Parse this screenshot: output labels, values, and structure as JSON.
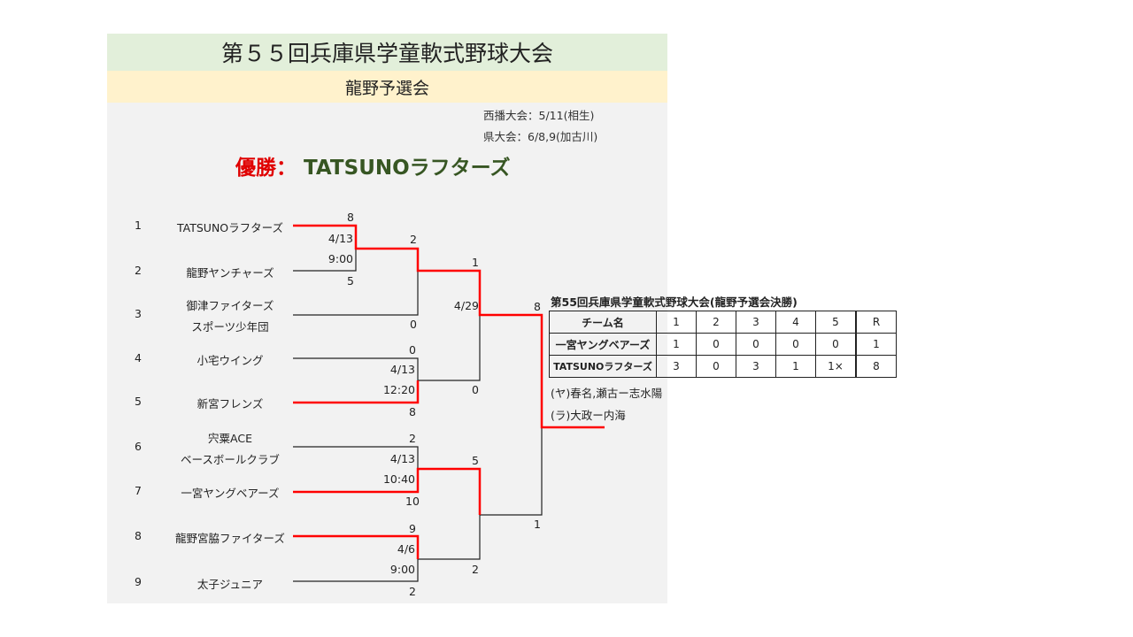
{
  "header": {
    "title": "第５５回兵庫県学童軟式野球大会",
    "subtitle": "龍野予選会",
    "schedule": [
      "西播大会：5/11(相生)",
      "県大会：6/8,9(加古川)"
    ],
    "winner_label": "優勝：",
    "winner_team": "TATSUNOラフターズ"
  },
  "teams": [
    {
      "seed": "1",
      "name": [
        "TATSUNOラフターズ"
      ]
    },
    {
      "seed": "2",
      "name": [
        "龍野ヤンチャーズ"
      ]
    },
    {
      "seed": "3",
      "name": [
        "御津ファイターズ",
        "スポーツ少年団"
      ]
    },
    {
      "seed": "4",
      "name": [
        "小宅ウイング"
      ]
    },
    {
      "seed": "5",
      "name": [
        "新宮フレンズ"
      ]
    },
    {
      "seed": "6",
      "name": [
        "宍粟ACE",
        "ベースボールクラブ"
      ]
    },
    {
      "seed": "7",
      "name": [
        "一宮ヤングベアーズ"
      ]
    },
    {
      "seed": "8",
      "name": [
        "龍野宮脇ファイターズ"
      ]
    },
    {
      "seed": "9",
      "name": [
        "太子ジュニア"
      ]
    }
  ],
  "bracket": {
    "r1": [
      {
        "top": "8",
        "bottom": "5",
        "date": "4/13",
        "time": "9:00"
      },
      {
        "top": "0",
        "bottom": "8",
        "date": "4/13",
        "time": "12:20"
      },
      {
        "top": "2",
        "bottom": "10",
        "date": "4/13",
        "time": "10:40"
      },
      {
        "top": "9",
        "bottom": "2",
        "date": "4/6",
        "time": "9:00"
      }
    ],
    "r2": [
      {
        "top": "2",
        "bottom": "0"
      },
      {
        "top": "1",
        "bottom": "0",
        "date": "4/29"
      },
      {
        "top": "5",
        "bottom": "2"
      }
    ],
    "final": {
      "top": "8",
      "bottom": "1"
    }
  },
  "scoreboard": {
    "title": "第55回兵庫県学童軟式野球大会(龍野予選会決勝)",
    "header": [
      "チーム名",
      "1",
      "2",
      "3",
      "4",
      "5",
      "R"
    ],
    "rows": [
      [
        "一宮ヤングベアーズ",
        "1",
        "0",
        "0",
        "0",
        "0",
        "1"
      ],
      [
        "TATSUNOラフターズ",
        "3",
        "0",
        "3",
        "1",
        "1×",
        "8"
      ]
    ],
    "battery": [
      "(ヤ)春名,瀬古ー志水陽",
      "(ラ)大政ー内海"
    ]
  },
  "colors": {
    "winner_line": "#ff0000",
    "line": "#222222",
    "title_bg": "#e2efda",
    "subtitle_bg": "#fff2cc",
    "panel_bg": "#f2f2f2"
  }
}
